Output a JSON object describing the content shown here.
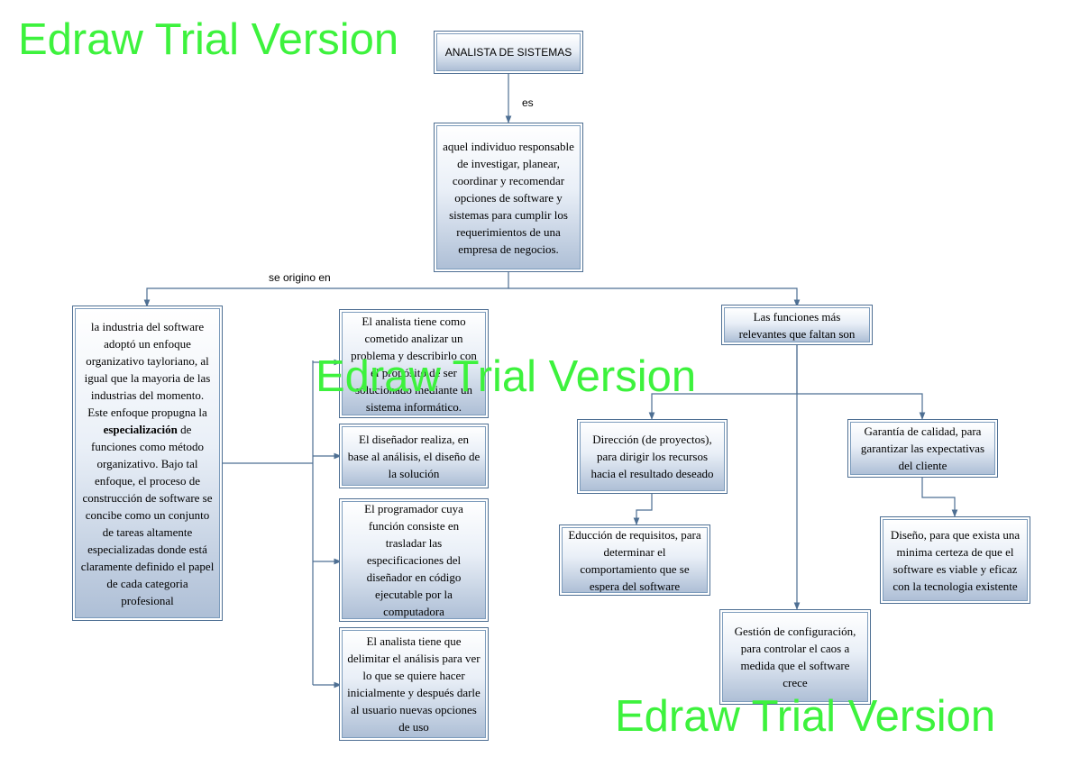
{
  "diagram": {
    "nodes": {
      "analista": "ANALISTA DE SISTEMAS",
      "definicion": "aquel individuo responsable de investigar, planear, coordinar y recomendar opciones de software y sistemas para cumplir los requerimientos de una empresa de negocios.",
      "industria_a": "la industria del software adoptó un enfoque organizativo tayloriano, al igual que la mayoria de las industrias del momento. Este enfoque propugna la ",
      "industria_bold": "especialización",
      "industria_b": " de funciones como método organizativo. Bajo tal enfoque, el proceso de construcción de software se concibe como un conjunto de tareas altamente especializadas donde está claramente definido el papel de cada categoria profesional",
      "cometido": "El analista tiene como cometido analizar un problema y describirlo con el propósito de ser solucionado mediante un sistema informático.",
      "disenador": "El diseñador realiza, en base al análisis, el diseño de la solución",
      "programador": "El programador cuya función consiste en trasladar las especificaciones del diseñador en código ejecutable por la computadora",
      "delimitar": "El analista tiene que delimitar el análisis para ver lo que se quiere hacer inicialmente y después darle al usuario nuevas opciones de uso",
      "funciones": "Las funciones más relevantes que faltan son",
      "direccion": "Dirección (de proyectos), para dirigir los recursos hacia el resultado deseado",
      "educcion": "Educción de requisitos, para determinar el comportamiento que se espera del software",
      "garantia": "Garantía de calidad, para garantizar las expectativas del cliente",
      "diseno": "Diseño, para que exista una minima certeza de que el software es viable y eficaz con la tecnologia existente",
      "gestion": "Gestión de configuración, para controlar el caos a medida que el software crece"
    },
    "edge_labels": {
      "es": "es",
      "se_origino_en": "se origino en"
    },
    "watermark": "Edraw Trial Version",
    "colors": {
      "border": "#4e6f93",
      "fill_top": "#ffffff",
      "fill_bottom": "#aebfd6",
      "connector": "#4e6f93",
      "watermark": "#3df23d"
    }
  }
}
